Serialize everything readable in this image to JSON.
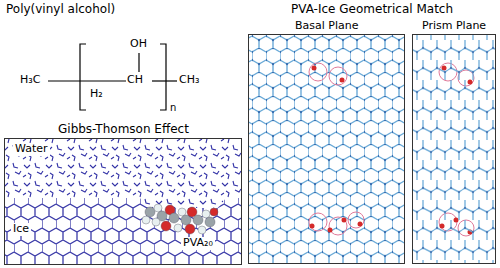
{
  "diagram": {
    "nodes": [
      {
        "text": [
          "Gibbs-Thomson Effect",
          "Water",
          "Ice",
          "PVA₂₀"
        ]
      },
      {
        "text": [
          "Basal Plane"
        ]
      },
      {
        "text": [
          "Prism Plane"
        ]
      }
    ],
    "labels": [
      "Poly(vinyl alcohol)",
      "OH",
      "H₃C",
      "CH",
      "CH₃",
      "H₂",
      "n",
      "PVA-Ice Geometrical Match"
    ]
  }
}
